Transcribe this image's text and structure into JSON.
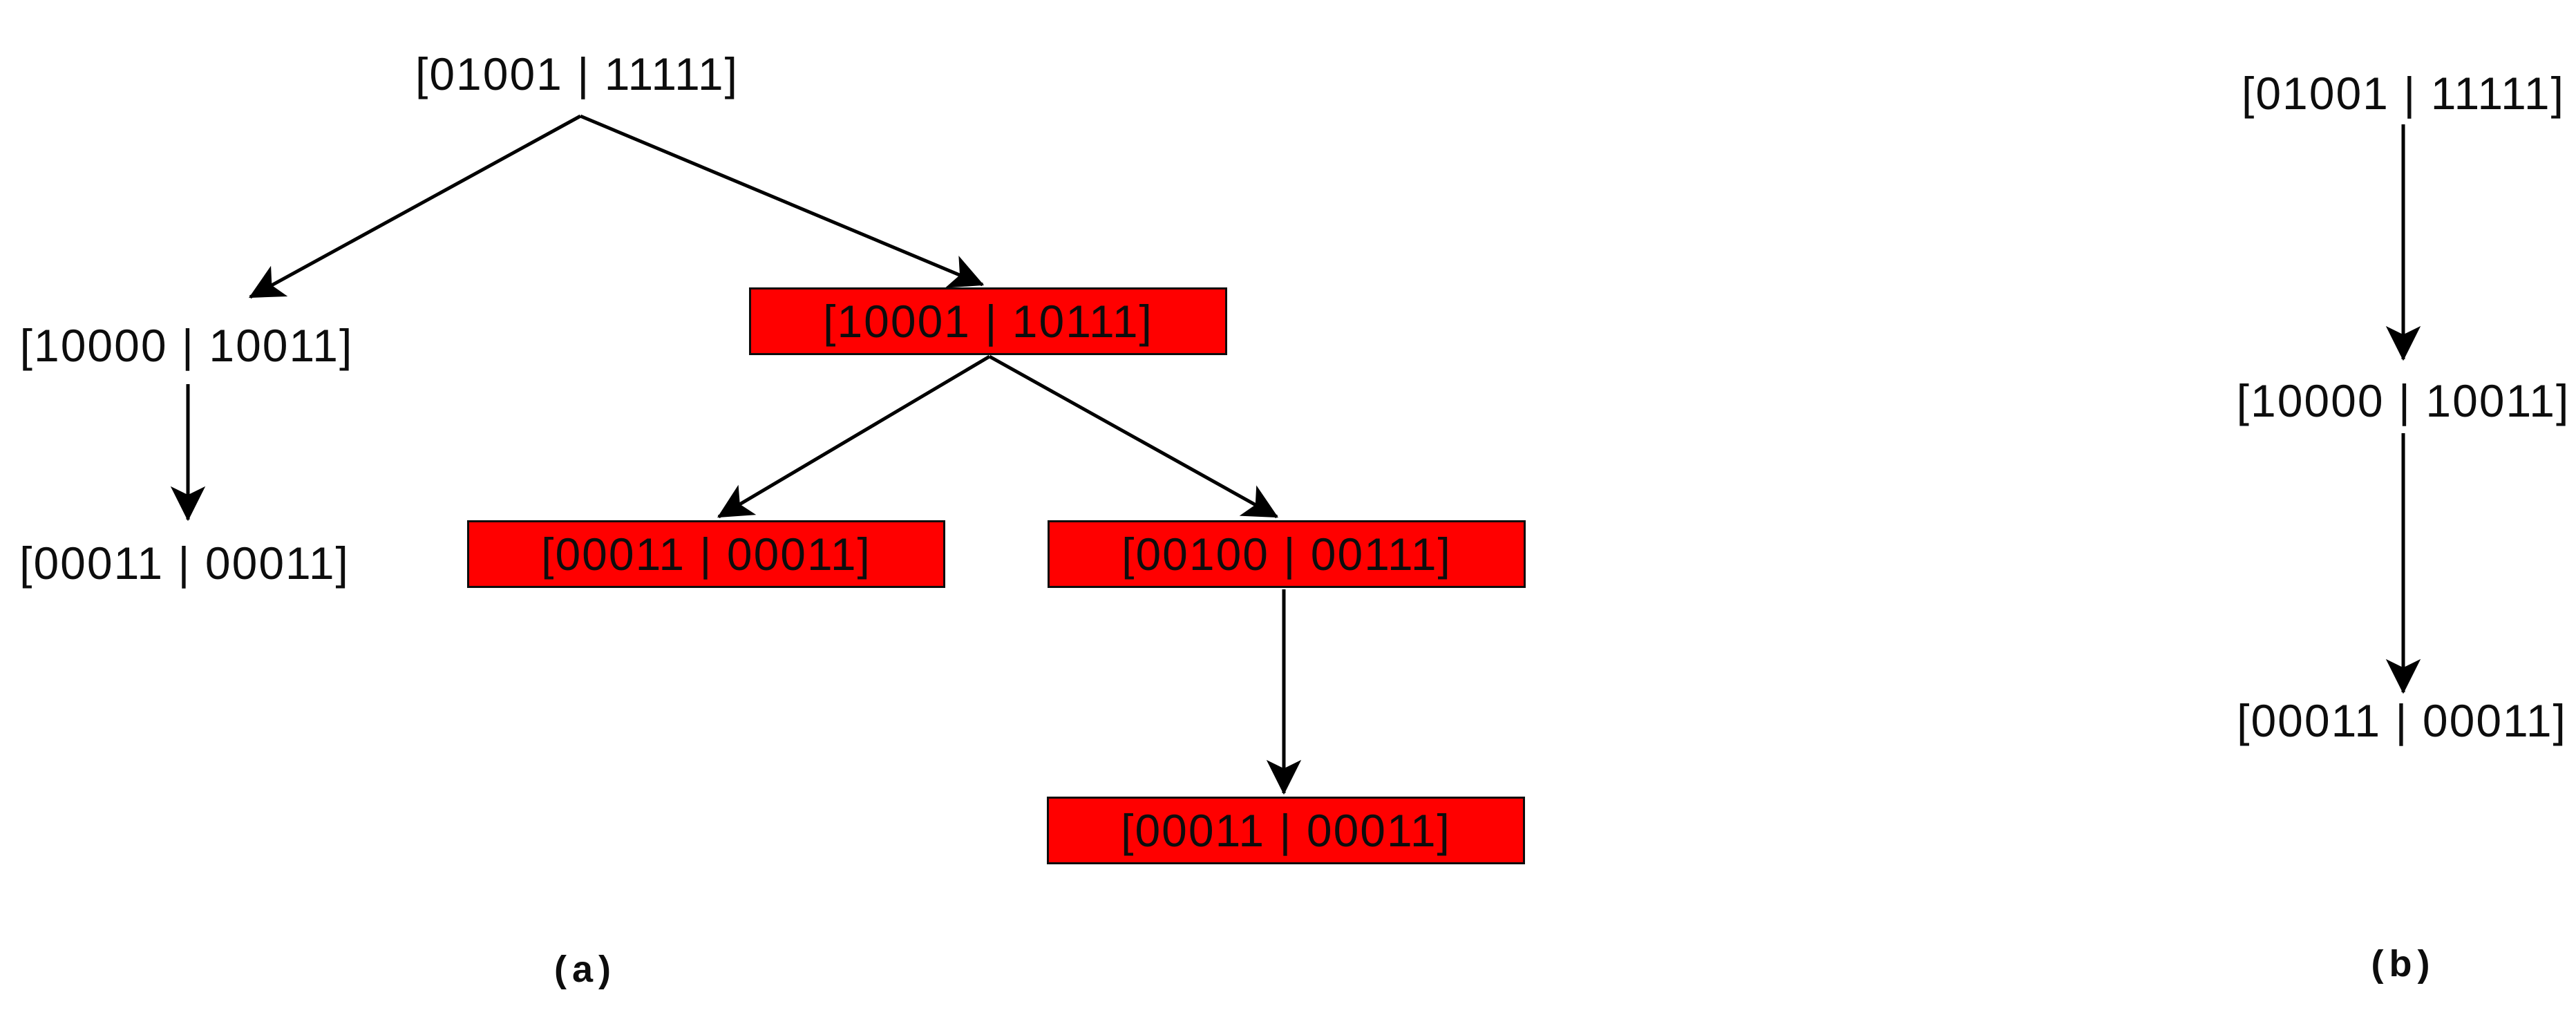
{
  "figure": {
    "background_color": "#ffffff",
    "highlight_color": "#ff0000",
    "line_color": "#000000",
    "panel_a": {
      "label": "(a)",
      "nodes": [
        {
          "id": "root",
          "text": "[01001 | 11111]",
          "highlighted": false
        },
        {
          "id": "left",
          "text": "[10000 | 10011]",
          "highlighted": false
        },
        {
          "id": "left-child",
          "text": "[00011 | 00011]",
          "highlighted": false
        },
        {
          "id": "right",
          "text": "[10001 | 10111]",
          "highlighted": true
        },
        {
          "id": "right-left",
          "text": "[00011 | 00011]",
          "highlighted": true
        },
        {
          "id": "right-right",
          "text": "[00100 | 00111]",
          "highlighted": true
        },
        {
          "id": "right-right-child",
          "text": "[00011 | 00011]",
          "highlighted": true
        }
      ],
      "edges": [
        {
          "from": "root",
          "to": "left"
        },
        {
          "from": "root",
          "to": "right"
        },
        {
          "from": "left",
          "to": "left-child"
        },
        {
          "from": "right",
          "to": "right-left"
        },
        {
          "from": "right",
          "to": "right-right"
        },
        {
          "from": "right-right",
          "to": "right-right-child"
        }
      ]
    },
    "panel_b": {
      "label": "(b)",
      "nodes": [
        {
          "id": "level-0",
          "text": "[01001 | 11111]",
          "highlighted": false
        },
        {
          "id": "level-1",
          "text": "[10000 | 10011]",
          "highlighted": false
        },
        {
          "id": "level-2",
          "text": "[00011 | 00011]",
          "highlighted": false
        }
      ],
      "edges": [
        {
          "from": "level-0",
          "to": "level-1"
        },
        {
          "from": "level-1",
          "to": "level-2"
        }
      ]
    }
  }
}
